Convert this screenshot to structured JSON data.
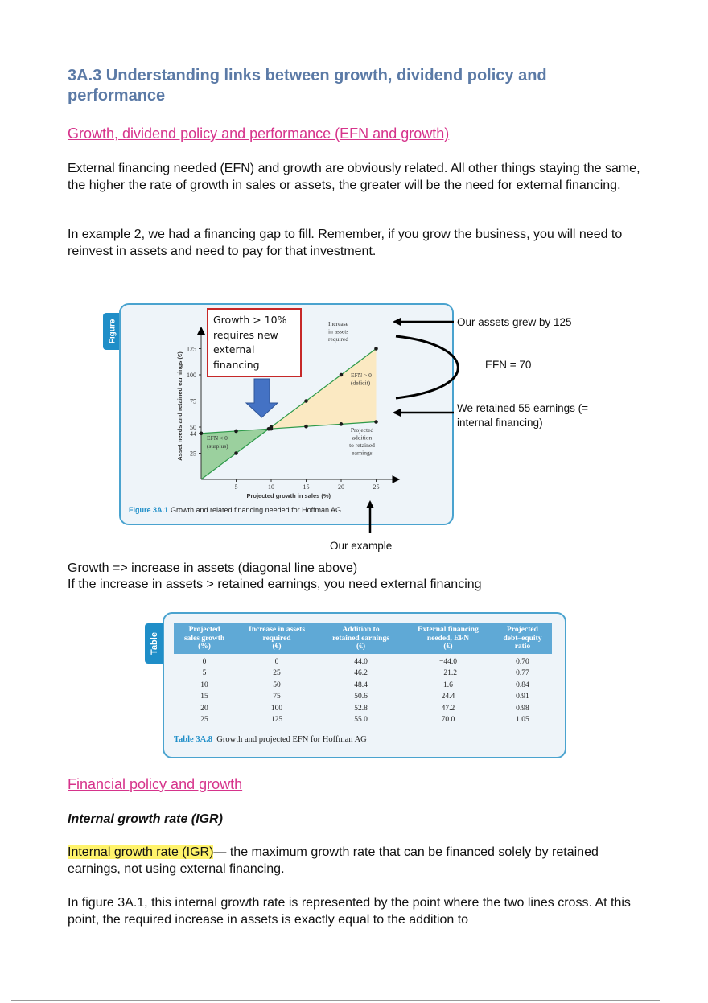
{
  "heading": "3A.3 Understanding links between growth, dividend policy and performance",
  "section1_link": "Growth, dividend policy and performance (EFN and growth)",
  "para1": "External financing needed (EFN) and growth are obviously related. All other things staying the same, the higher the rate of growth in sales or assets, the greater will be the need for external financing.",
  "para2": "In example 2, we had a financing gap to fill. Remember, if you grow the business, you will need to reinvest in assets and need to pay for that investment.",
  "figure": {
    "tab": "Figure",
    "caption_label": "Figure 3A.1",
    "caption_text": "Growth and related financing needed for Hoffman AG",
    "chart_data": {
      "type": "line",
      "xlabel": "Projected growth in sales (%)",
      "ylabel": "Asset needs and retained earnings (€)",
      "x": [
        0,
        5,
        10,
        15,
        20,
        25
      ],
      "xticks": [
        "5",
        "10",
        "15",
        "20",
        "25"
      ],
      "xtick_values": [
        5,
        10,
        15,
        20,
        25
      ],
      "yticks": [
        "25",
        "44",
        "50",
        "75",
        "100",
        "125"
      ],
      "ytick_values": [
        25,
        44,
        50,
        75,
        100,
        125
      ],
      "xlim": [
        0,
        27.5
      ],
      "ylim": [
        0,
        140
      ],
      "series": [
        {
          "name": "Increase in assets required",
          "values": [
            0,
            25,
            50,
            75,
            100,
            125
          ],
          "color": "#2e9a4a"
        },
        {
          "name": "Projected addition to retained earnings",
          "values": [
            44.0,
            46.2,
            48.4,
            50.6,
            52.8,
            55.0
          ],
          "color": "#2e9a4a"
        }
      ],
      "annotations": {
        "assets_label": [
          "Increase",
          "in assets",
          "required"
        ],
        "deficit_label": [
          "EFN > 0",
          "(deficit)"
        ],
        "surplus_label": [
          "EFN < 0",
          "(surplus)"
        ],
        "retained_label": [
          "Projected",
          "addition",
          "to retained",
          "earnings"
        ]
      },
      "grid": false
    }
  },
  "callout_box": [
    "Growth > 10%",
    "requires new",
    "external",
    "financing"
  ],
  "annotations": {
    "assets_grew": "Our assets grew by 125",
    "efn": "EFN = 70",
    "retained": [
      "We retained 55 earnings (=",
      "internal financing)"
    ],
    "our_example": "Our example"
  },
  "para3_line1": "Growth => increase in assets (diagonal line above)",
  "para3_line2": "If the increase in assets > retained earnings, you need external financing",
  "table": {
    "tab": "Table",
    "headers": [
      [
        "Projected",
        "sales growth",
        "(%)"
      ],
      [
        "Increase in assets",
        "required",
        "(€)"
      ],
      [
        "Addition to",
        "retained earnings",
        "(€)"
      ],
      [
        "External financing",
        "needed, EFN",
        "(€)"
      ],
      [
        "Projected",
        "debt–equity",
        "ratio"
      ]
    ],
    "rows": [
      [
        "0",
        "0",
        "44.0",
        "−44.0",
        "0.70"
      ],
      [
        "5",
        "25",
        "46.2",
        "−21.2",
        "0.77"
      ],
      [
        "10",
        "50",
        "48.4",
        "1.6",
        "0.84"
      ],
      [
        "15",
        "75",
        "50.6",
        "24.4",
        "0.91"
      ],
      [
        "20",
        "100",
        "52.8",
        "47.2",
        "0.98"
      ],
      [
        "25",
        "125",
        "55.0",
        "70.0",
        "1.05"
      ]
    ],
    "caption_label": "Table 3A.8",
    "caption_text": "Growth and projected EFN for Hoffman AG"
  },
  "section2_link": "Financial policy and growth",
  "igr_heading": "Internal growth rate (IGR)",
  "igr_term": "Internal growth rate (IGR)",
  "igr_definition": "— the maximum growth rate that can be financed solely by retained earnings, not using external financing.",
  "para4": "In figure 3A.1, this internal growth rate is represented by the point where the two lines cross. At this point, the required increase in assets is exactly equal to the addition to"
}
